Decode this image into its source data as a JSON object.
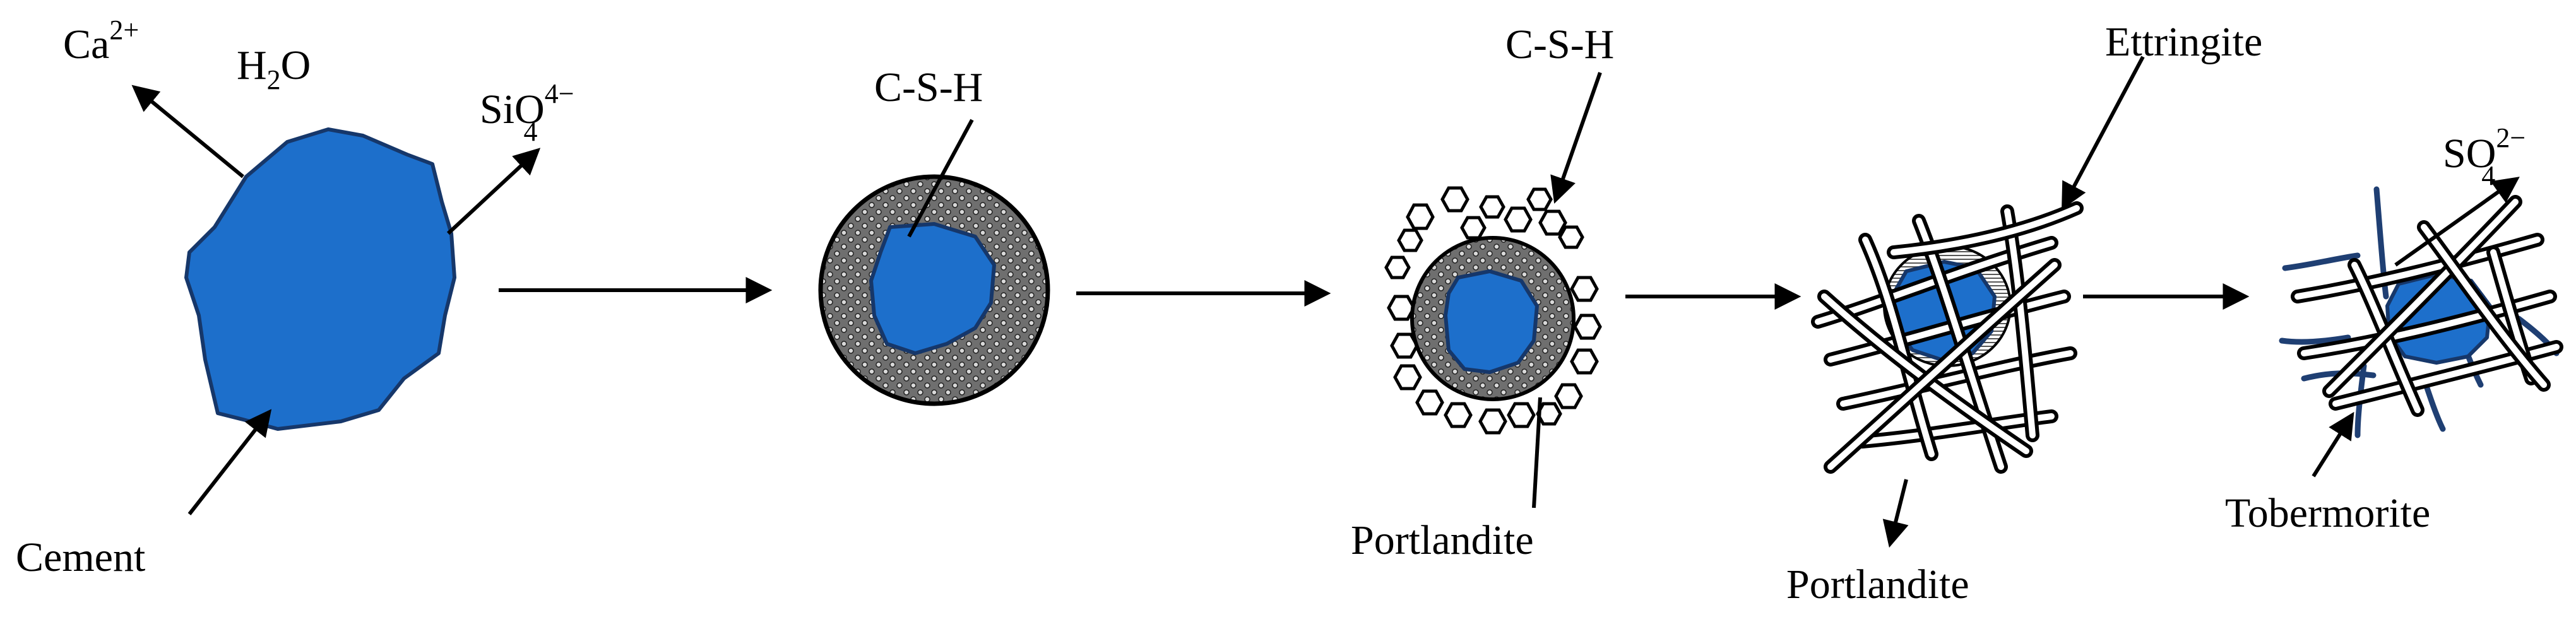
{
  "labels": {
    "ca": "Ca",
    "ca_sup": "2+",
    "h2o_h": "H",
    "h2o_sub": "2",
    "h2o_o": "O",
    "sio4": "SiO",
    "sio4_sup": "4−",
    "sio4_sub": "4",
    "cement": "Cement",
    "csh_stage2": "C-S-H",
    "csh_stage3": "C-S-H",
    "portlandite_stage3": "Portlandite",
    "portlandite_stage4": "Portlandite",
    "ettringite": "Ettringite",
    "so4": "SO",
    "so4_sup": "2−",
    "so4_sub": "4",
    "tobermorite": "Tobermorite"
  },
  "colors": {
    "cement_grain": "#1d6fcb",
    "grain_outline": "#16376a",
    "csh_shell": "#7d7d7d",
    "tobermorite": "#1f3f73",
    "line": "#000000"
  }
}
